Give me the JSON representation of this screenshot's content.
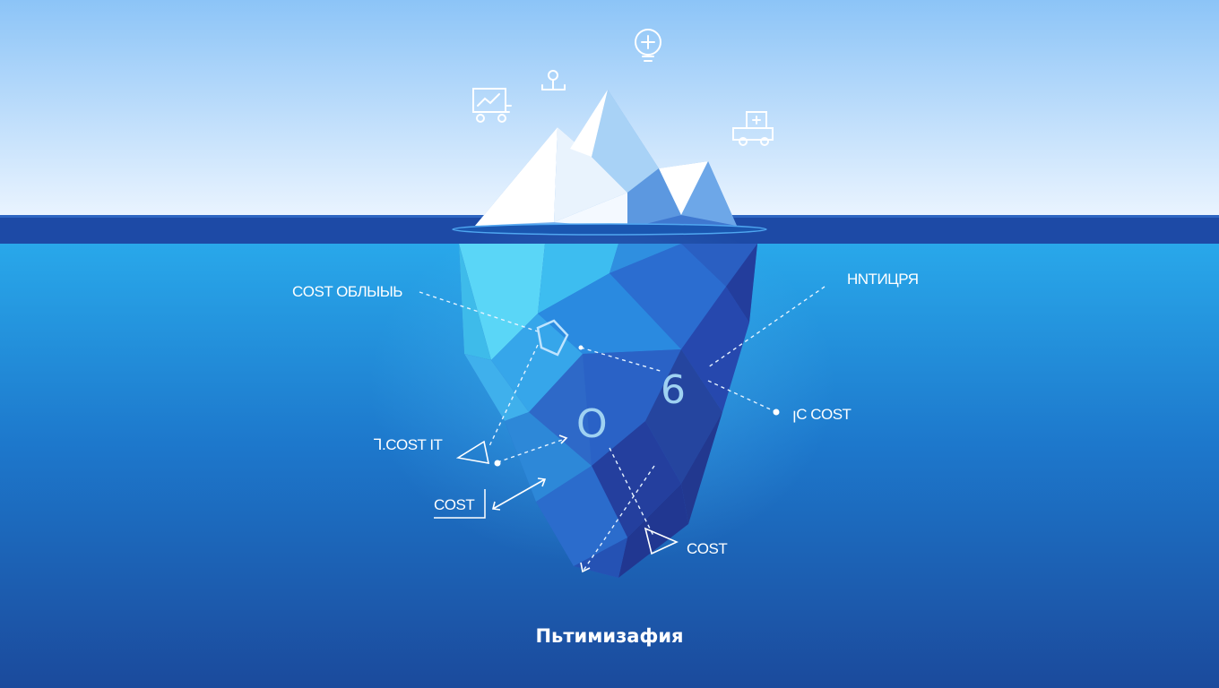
{
  "labels": {
    "top_left": "COST ОБЛЫЫЬ",
    "top_right": "НNTИЦРЯ",
    "mid_right": "ꞁC COST",
    "mid_left": "Ꞁ.COST IT",
    "lower_left": "COST",
    "bottom_right": "COST"
  },
  "markers": {
    "digit_a": "6",
    "digit_b": "O"
  },
  "caption": "Пьтимизафия",
  "icons": [
    "lightbulb-plus-icon",
    "location-pin-icon",
    "chart-board-cart-icon",
    "truck-icon"
  ],
  "colors": {
    "sky_top": "#8cc4f7",
    "sky_bottom": "#eaf4ff",
    "horizon": "#1d4aa6",
    "water_top": "#29a8ea",
    "water_bottom": "#1b4a9c",
    "ice_light": "#ffffff",
    "ice_mid": "#6fb8ec",
    "ice_deep": "#233d9c"
  }
}
